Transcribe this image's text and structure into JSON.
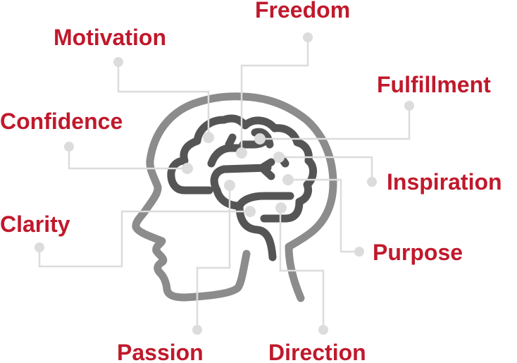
{
  "labels": {
    "freedom": "Freedom",
    "motivation": "Motivation",
    "fulfillment": "Fulfillment",
    "confidence": "Confidence",
    "inspiration": "Inspiration",
    "clarity": "Clarity",
    "purpose": "Purpose",
    "passion": "Passion",
    "direction": "Direction"
  },
  "colors": {
    "label": "#c0192c",
    "head": "#8c8c8c",
    "brain": "#555555",
    "connector": "#dcdcdc"
  }
}
